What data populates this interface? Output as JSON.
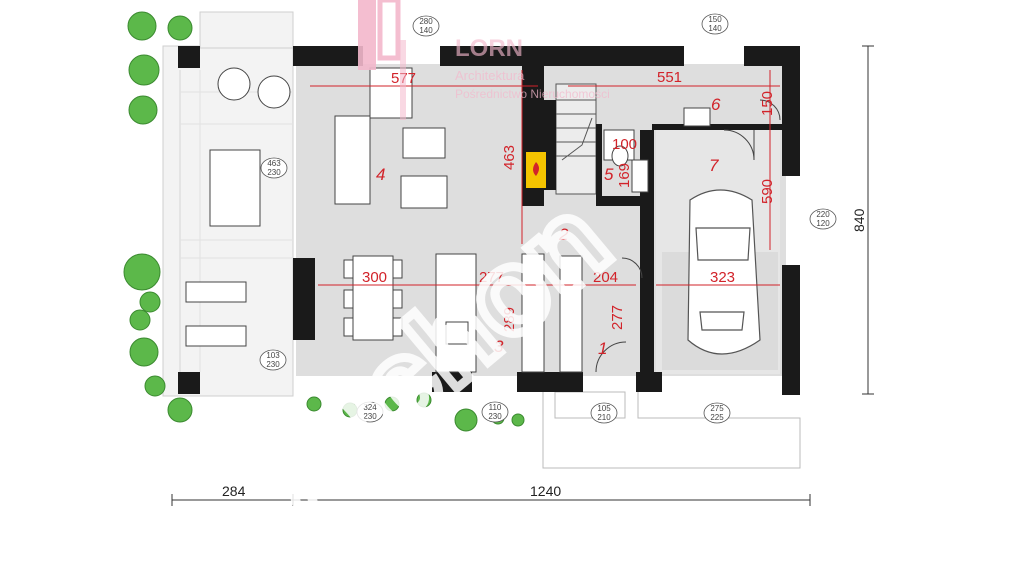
{
  "watermark": {
    "brand": "LORN",
    "line1": "Architektura",
    "line2": "Pośrednictwo Nieruchomości",
    "archon": "Archon"
  },
  "rooms": [
    {
      "id": "room-1",
      "number": "1"
    },
    {
      "id": "room-2",
      "number": "2"
    },
    {
      "id": "room-3",
      "number": "3"
    },
    {
      "id": "room-4",
      "number": "4"
    },
    {
      "id": "room-5",
      "number": "5"
    },
    {
      "id": "room-6",
      "number": "6"
    },
    {
      "id": "room-7",
      "number": "7"
    }
  ],
  "dimensions": {
    "living_width": "577",
    "upper_right_width": "551",
    "vestibule_height": "150",
    "stair_height": "463",
    "bath_width": "100",
    "bath_height": "169",
    "garage_height": "590",
    "dining_width": "300",
    "kitchen_width": "277",
    "hall_width": "204",
    "garage_width": "323",
    "kitchen_height": "289",
    "entry_height": "277"
  },
  "window_labels": {
    "top_left": [
      "280",
      "140"
    ],
    "top_right": [
      "150",
      "140"
    ],
    "left_terrace": [
      "463",
      "230"
    ],
    "right_side": [
      "220",
      "120"
    ],
    "bottom_left": [
      "103",
      "230"
    ],
    "bottom_mid": [
      "324",
      "230"
    ],
    "bottom_kitchen": [
      "110",
      "230"
    ],
    "entry_door": [
      "105",
      "210"
    ],
    "garage_door": [
      "275",
      "225"
    ]
  },
  "external_dimensions": {
    "left_offset": "284",
    "total_width": "1240",
    "total_depth": "840"
  },
  "colors": {
    "wall": "#1a1a1a",
    "floor": "#dedede",
    "terrace": "#f3f3f3",
    "dimension": "#d2232a",
    "greenery": "#5cb84a",
    "fireplace": "#f5c400",
    "watermark_pink": "#f3b8cc"
  }
}
